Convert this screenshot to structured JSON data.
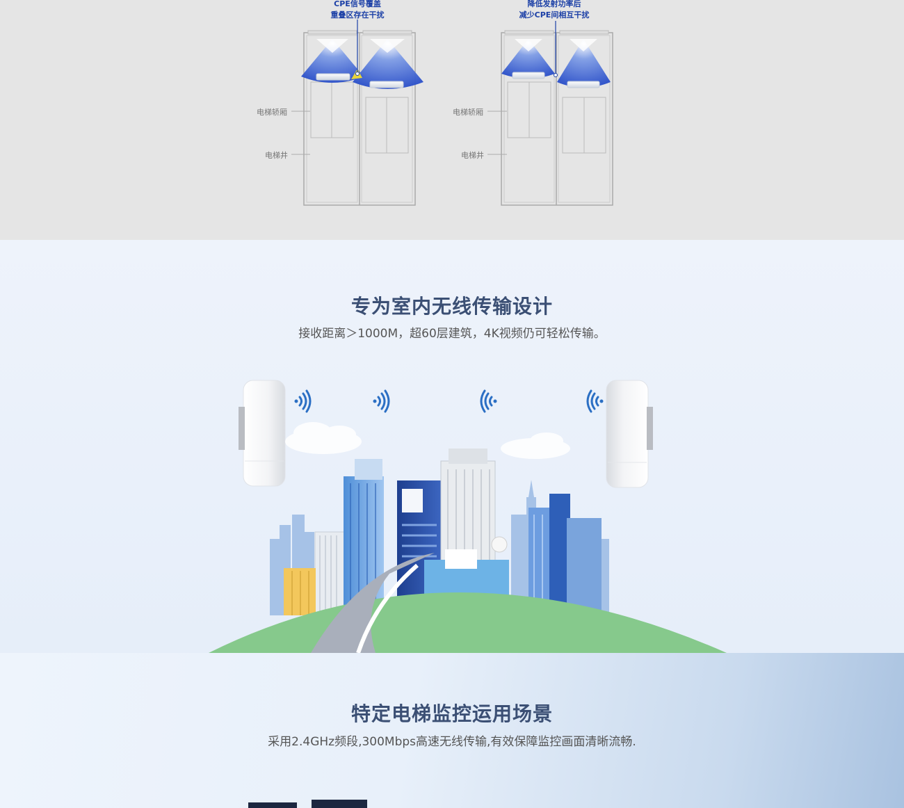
{
  "diagram": {
    "left_callout": [
      "CPE信号覆盖",
      "重叠区存在干扰"
    ],
    "right_callout": [
      "降低发射功率后",
      "减少CPE间相互干扰"
    ],
    "labels": {
      "car": "电梯轿厢",
      "shaft": "电梯井"
    }
  },
  "section2": {
    "title": "专为室内无线传输设计",
    "subtitle": "接收距离＞1000M，超60层建筑，4K视频仍可轻松传输。"
  },
  "section3": {
    "title": "特定电梯监控运用场景",
    "subtitle": "采用2.4GHz频段,300Mbps高速无线传输,有效保障监控画面清晰流畅."
  },
  "colors": {
    "title": "#3b4f74",
    "accent_blue": "#1b3fa6",
    "signal_blue": "#2b6fc4",
    "hill_green": "#86c98c"
  }
}
